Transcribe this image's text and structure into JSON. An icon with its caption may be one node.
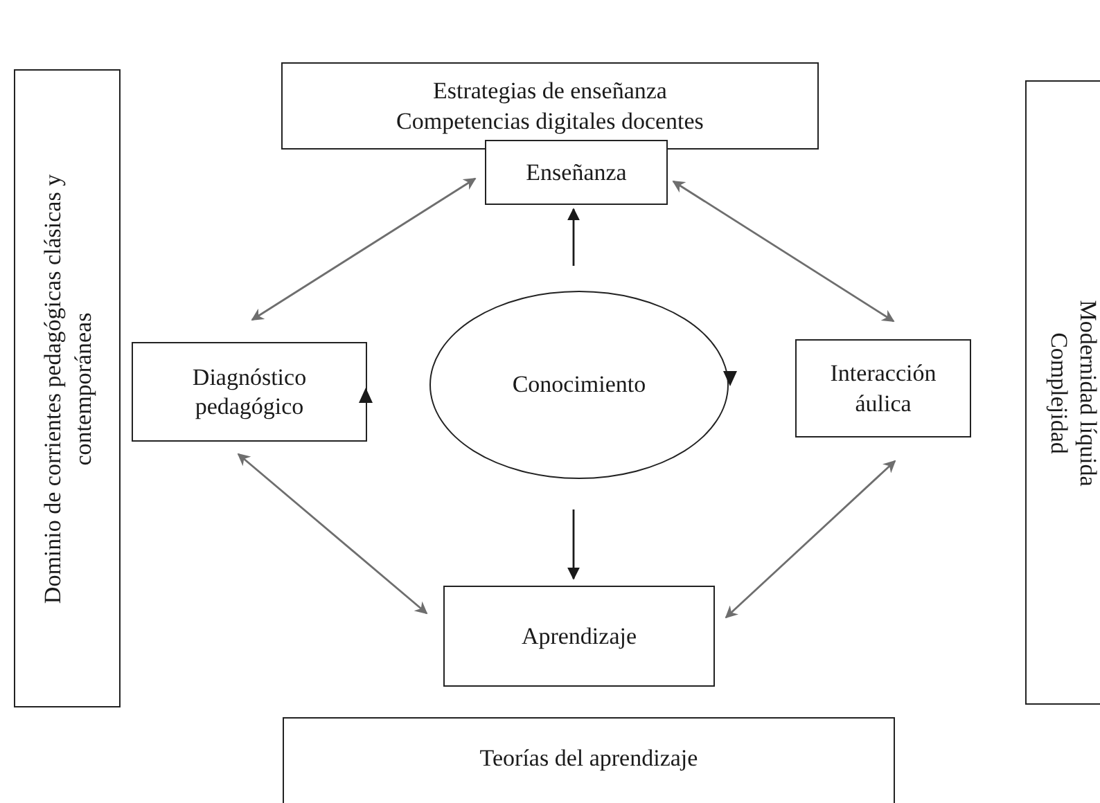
{
  "diagram": {
    "nodes": [
      {
        "text": [
          "Estrategias de enseñanza",
          "Competencias digitales docentes"
        ]
      },
      {
        "text": [
          "Dominio de corrientes pedagógicas clásicas y contemporáneas"
        ]
      },
      {
        "text": [
          "Modernidad líquida",
          "Complejidad"
        ]
      },
      {
        "text": [
          "Enseñanza"
        ]
      },
      {
        "text": [
          "Diagnóstico pedagógico"
        ]
      },
      {
        "text": [
          "Conocimiento"
        ]
      },
      {
        "text": [
          "Interacción áulica"
        ]
      },
      {
        "text": [
          "Aprendizaje"
        ]
      },
      {
        "text": [
          "Teorías del aprendizaje"
        ]
      }
    ],
    "edges": [
      {
        "from": 5,
        "to": 3,
        "arrow": "to",
        "color": "#1a1a1a"
      },
      {
        "from": 3,
        "to": 4,
        "arrow": "both"
      },
      {
        "from": 3,
        "to": 6,
        "arrow": "both"
      },
      {
        "from": 5,
        "to": 7,
        "arrow": "to",
        "color": "#1a1a1a"
      },
      {
        "from": 4,
        "to": 7,
        "arrow": "both"
      },
      {
        "from": 6,
        "to": 7,
        "arrow": "both"
      }
    ]
  }
}
